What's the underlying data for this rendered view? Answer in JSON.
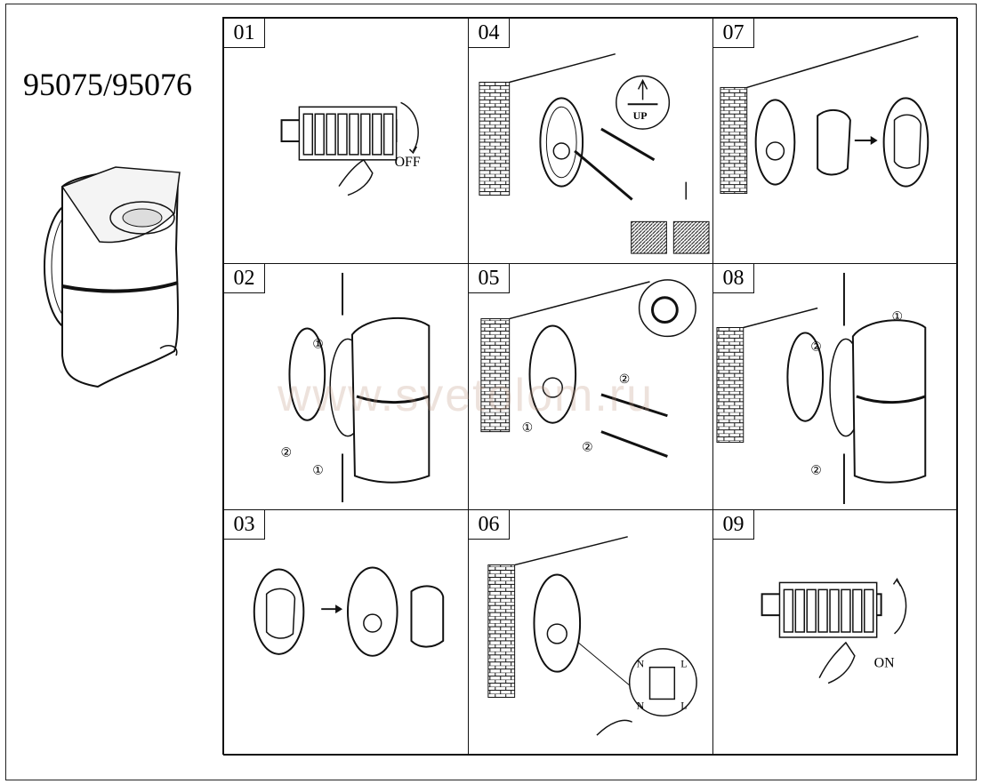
{
  "document": {
    "model_numbers": "95075/95076",
    "watermark": "www.svetolom.ru",
    "steps": [
      {
        "number": "01",
        "label": "OFF"
      },
      {
        "number": "04",
        "label": "UP"
      },
      {
        "number": "07",
        "label": ""
      },
      {
        "number": "02",
        "label": ""
      },
      {
        "number": "05",
        "label": ""
      },
      {
        "number": "08",
        "label": ""
      },
      {
        "number": "03",
        "label": ""
      },
      {
        "number": "06",
        "label": "N L"
      },
      {
        "number": "09",
        "label": "ON"
      }
    ],
    "wiring": {
      "left": "N",
      "right": "L"
    },
    "markers": {
      "one": "①",
      "two": "②"
    }
  }
}
